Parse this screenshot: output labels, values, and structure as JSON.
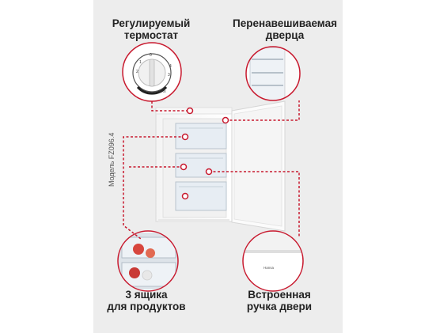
{
  "callouts": {
    "thermostat": {
      "line1": "Регулируемый",
      "line2": "термостат"
    },
    "door": {
      "line1": "Перенавешиваемая",
      "line2": "дверца"
    },
    "drawers": {
      "line1": "3 ящика",
      "line2": "для продуктов"
    },
    "handle": {
      "line1": "Встроенная",
      "line2": "ручка двери"
    }
  },
  "model_label": "Модель FZ096.4",
  "dial": {
    "marks": [
      "4",
      "3",
      "2",
      "1",
      "0",
      "MAX"
    ]
  },
  "handle_brand": "Hansa",
  "colors": {
    "accent": "#c8192e",
    "panel": "#ededed",
    "text": "#222222"
  }
}
